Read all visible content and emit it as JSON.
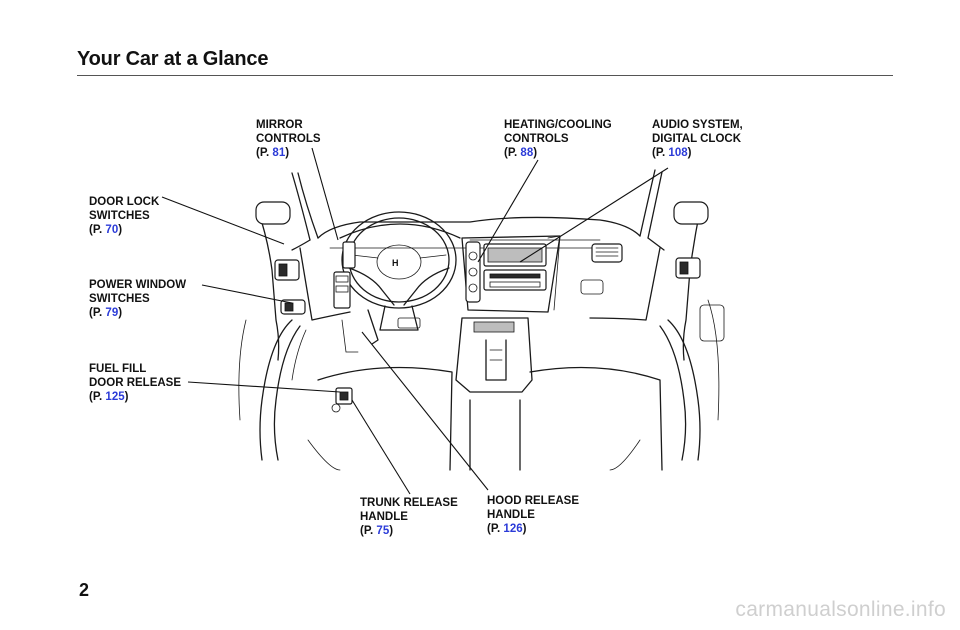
{
  "header": {
    "title": "Your Car at a Glance"
  },
  "callouts": {
    "mirror_controls": {
      "line1": "MIRROR",
      "line2": "CONTROLS",
      "page_prefix": "(P.",
      "page": "81",
      "page_suffix": ")"
    },
    "heating_cooling": {
      "line1": "HEATING/COOLING",
      "line2": "CONTROLS",
      "page_prefix": "(P.",
      "page": "88",
      "page_suffix": ")"
    },
    "audio_system": {
      "line1": "AUDIO  SYSTEM,",
      "line2": "DIGITAL CLOCK",
      "page_prefix": "(P.",
      "page": "108",
      "page_suffix": ")"
    },
    "door_lock": {
      "line1": "DOOR LOCK",
      "line2": "SWITCHES",
      "page_prefix": "(P.",
      "page": "70",
      "page_suffix": ")"
    },
    "power_window": {
      "line1": "POWER  WINDOW",
      "line2": "SWITCHES",
      "page_prefix": "(P.",
      "page": "79",
      "page_suffix": ")"
    },
    "fuel_fill": {
      "line1": "FUEL FILL",
      "line2": "DOOR RELEASE",
      "page_prefix": "(P.",
      "page": "125",
      "page_suffix": ")"
    },
    "trunk_release": {
      "line1": "TRUNK  RELEASE",
      "line2": "HANDLE",
      "page_prefix": "(P.",
      "page": "75",
      "page_suffix": ")"
    },
    "hood_release": {
      "line1": "HOOD RELEASE",
      "line2": "HANDLE",
      "page_prefix": "(P.",
      "page": "126",
      "page_suffix": ")"
    }
  },
  "footer": {
    "page_number": "2",
    "watermark": "carmanualsonline.info"
  },
  "colors": {
    "link": "#2b3bd8",
    "text": "#111111",
    "rule": "#555555"
  }
}
